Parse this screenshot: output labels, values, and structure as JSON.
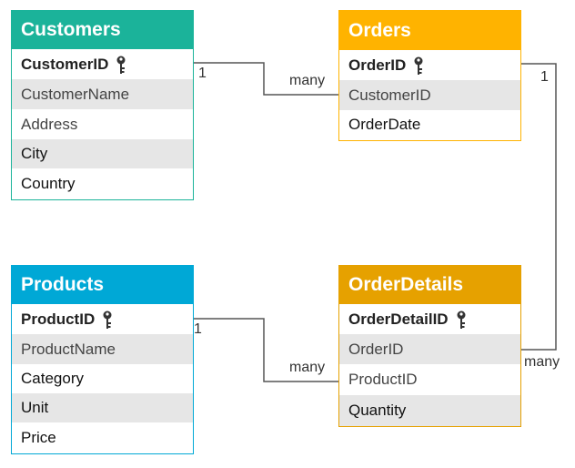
{
  "colors": {
    "customers": "#1bb39a",
    "orders": "#ffb300",
    "products": "#00a8d6",
    "orderdetails": "#e6a100",
    "line": "#555555",
    "shade": "#e6e6e6"
  },
  "tables": {
    "customers": {
      "title": "Customers",
      "fields": [
        "CustomerID",
        "CustomerName",
        "Address",
        "City",
        "Country"
      ]
    },
    "orders": {
      "title": "Orders",
      "fields": [
        "OrderID",
        "CustomerID",
        "OrderDate"
      ]
    },
    "products": {
      "title": "Products",
      "fields": [
        "ProductID",
        "ProductName",
        "Category",
        "Unit",
        "Price"
      ]
    },
    "orderdetails": {
      "title": "OrderDetails",
      "fields": [
        "OrderDetailID",
        "OrderID",
        "ProductID",
        "Quantity"
      ]
    }
  },
  "relationships": {
    "customers_orders": {
      "one": "1",
      "many": "many"
    },
    "orders_orderdetails": {
      "one": "1",
      "many": "many"
    },
    "products_orderdetails": {
      "one": "1",
      "many": "many"
    }
  },
  "icons": {
    "primary_key": "key-icon"
  }
}
